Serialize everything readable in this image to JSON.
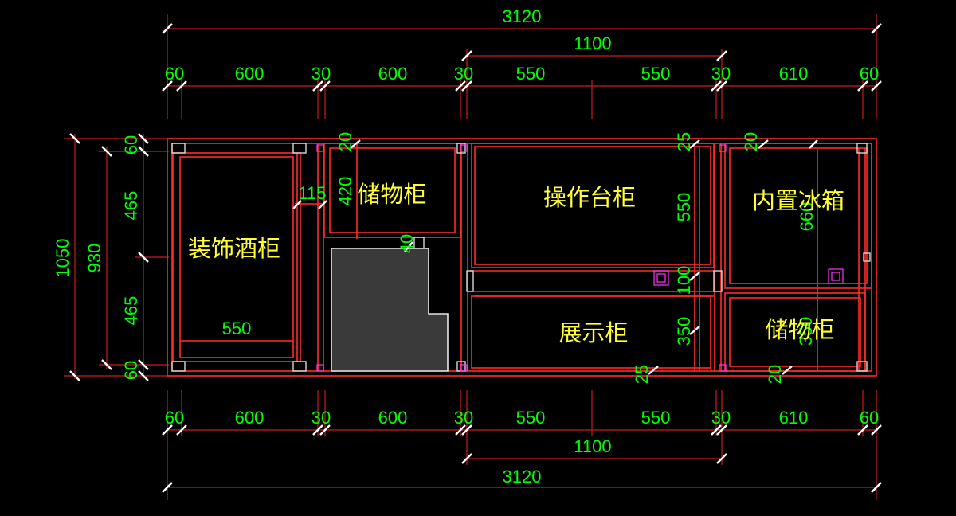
{
  "drawing": {
    "top_total": "3120",
    "top_sub": "1100",
    "top_row": [
      "60",
      "600",
      "30",
      "600",
      "30",
      "550",
      "550",
      "30",
      "610",
      "60"
    ],
    "bottom_row": [
      "60",
      "600",
      "30",
      "600",
      "30",
      "550",
      "550",
      "30",
      "610",
      "60"
    ],
    "bottom_sub": "1100",
    "bottom_total": "3120",
    "left": {
      "total": "1050",
      "inner": "930",
      "parts": [
        "60",
        "465",
        "465",
        "60"
      ]
    },
    "inner_dims": {
      "wine_depth": "115",
      "wine_width": "550",
      "storage_height": "420",
      "storage_gap": "20",
      "counter_gap": "40",
      "work_gap": "25",
      "work_height": "550",
      "mid_gap": "100",
      "display_height": "350",
      "display_gap": "25",
      "fridge_gap": "20",
      "fridge_height": "660",
      "store2_height": "350",
      "store2_gap": "20"
    },
    "labels": {
      "wine_cabinet": "装饰酒柜",
      "storage_cabinet": "储物柜",
      "work_cabinet": "操作台柜",
      "fridge": "内置冰箱",
      "display_cabinet": "展示柜",
      "storage_cabinet_2": "储物柜"
    }
  },
  "colors": {
    "background": "#000000",
    "dimension_text": "#00ff00",
    "label_text": "#ffff33",
    "wall_line": "#ff2b2b",
    "counter_fill": "#3a3a3a"
  }
}
